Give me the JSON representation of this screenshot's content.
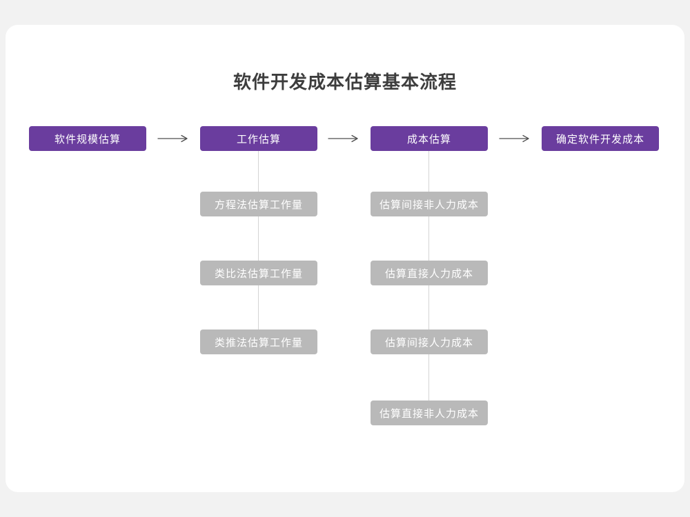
{
  "title": "软件开发成本估算基本流程",
  "flow": {
    "main_nodes": [
      {
        "label": "软件规模估算"
      },
      {
        "label": "工作估算"
      },
      {
        "label": "成本估算"
      },
      {
        "label": "确定软件开发成本"
      }
    ],
    "work_sub_nodes": [
      {
        "label": "方程法估算工作量"
      },
      {
        "label": "类比法估算工作量"
      },
      {
        "label": "类推法估算工作量"
      }
    ],
    "cost_sub_nodes": [
      {
        "label": "估算间接非人力成本"
      },
      {
        "label": "估算直接人力成本"
      },
      {
        "label": "估算间接人力成本"
      },
      {
        "label": "估算直接非人力成本"
      }
    ]
  },
  "colors": {
    "page_bg": "#f2f2f2",
    "card_bg": "#ffffff",
    "main_node_bg": "#6a3d9e",
    "sub_node_bg": "#b9b9b9",
    "connector": "#d4d4d4",
    "arrow": "#4d4d4d",
    "title_text": "#3d3d3d"
  }
}
